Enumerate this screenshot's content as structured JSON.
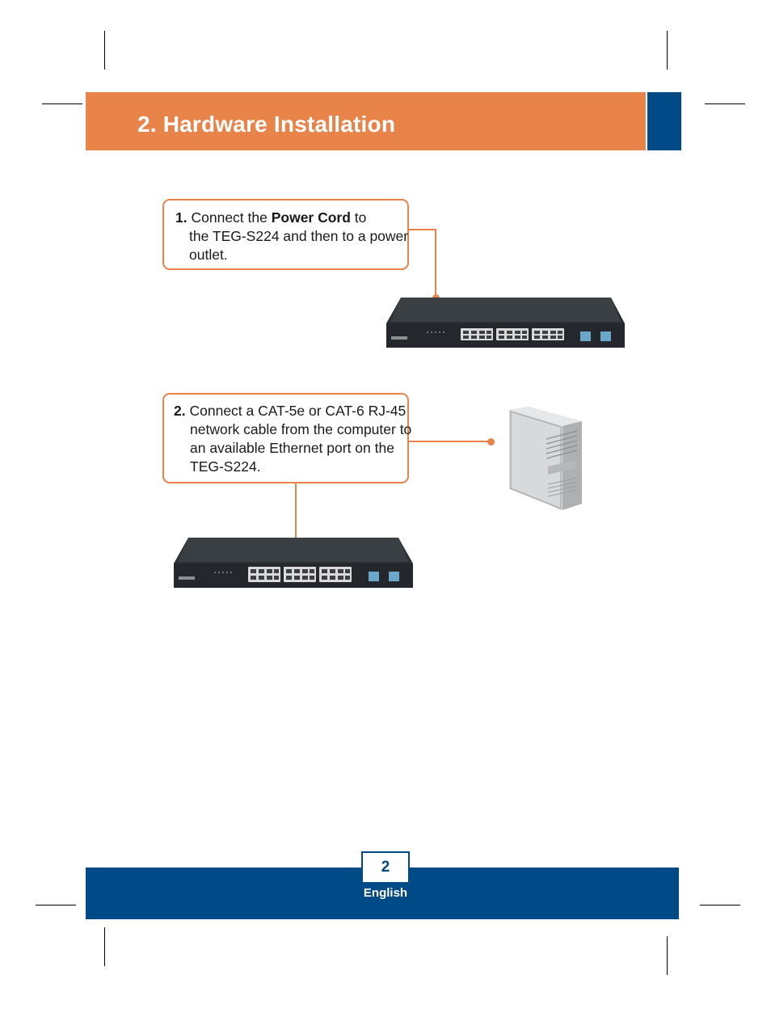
{
  "header": {
    "title": "2. Hardware Installation"
  },
  "step1": {
    "number": "1.",
    "text_before": "Connect the ",
    "bold": "Power Cord",
    "text_after": " to",
    "line2": "the TEG-S224 and then to a power",
    "line3": "outlet."
  },
  "step2": {
    "number": "2.",
    "line1": "Connect a CAT-5e or CAT-6 RJ-45",
    "line2": "network cable from the computer to",
    "line3": "an available Ethernet port on the",
    "line4": "TEG-S224."
  },
  "footer": {
    "page_number": "2",
    "language": "English"
  },
  "colors": {
    "accent_orange": "#e8834a",
    "brand_blue": "#004a87",
    "device_dark": "#2b2f33"
  },
  "icons": [
    "network-switch-icon",
    "desktop-computer-icon"
  ]
}
